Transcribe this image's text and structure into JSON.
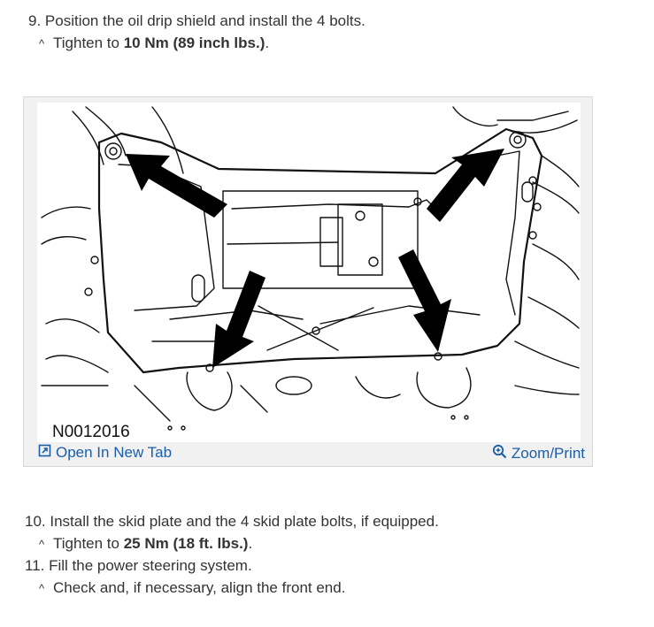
{
  "step9": {
    "text": "9. Position the oil drip shield and install the 4 bolts.",
    "sub": {
      "caret": "^",
      "prefix": "Tighten to ",
      "value": "10 Nm (89 inch lbs.)",
      "suffix": "."
    }
  },
  "figure": {
    "id": "N0012016",
    "open_label": "Open In New Tab",
    "zoom_label": "Zoom/Print",
    "open_icon": "open-new-tab-icon",
    "zoom_icon": "zoom-icon",
    "link_color": "#1a5ea8"
  },
  "step10": {
    "text": "10. Install the skid plate and the 4 skid plate bolts, if equipped.",
    "sub": {
      "caret": "^",
      "prefix": "Tighten to ",
      "value": "25 Nm (18 ft. lbs.)",
      "suffix": "."
    }
  },
  "step11": {
    "text": "11. Fill the power steering system.",
    "sub": {
      "caret": "^",
      "text": "Check and, if necessary, align the front end."
    }
  }
}
